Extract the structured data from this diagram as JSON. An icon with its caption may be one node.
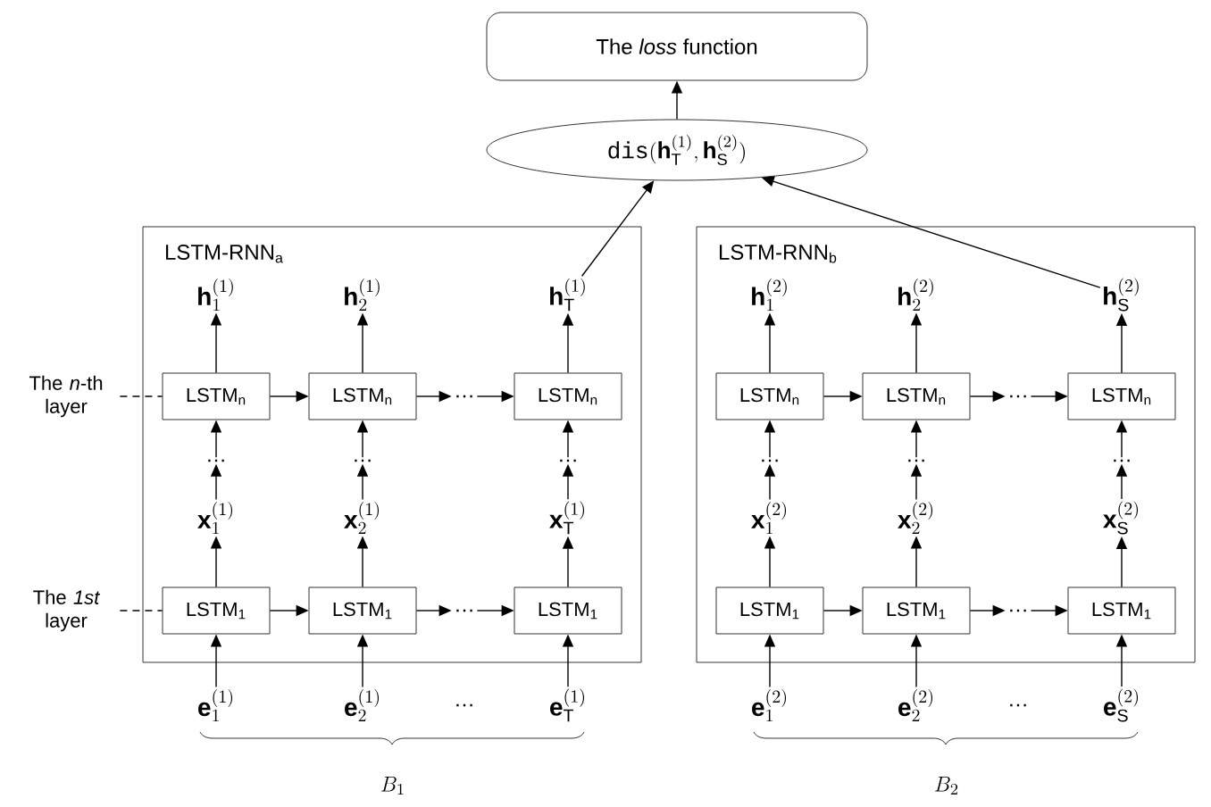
{
  "diagram": {
    "nodes": [
      {
        "text": [
          "The *loss* function"
        ]
      },
      {
        "text": [
          "\\texttt{dis}(\\mathbf{h}_{\\mathrm{T}}^{(1)},\\mathbf{h}_{\\mathrm{S}}^{(2)})"
        ]
      },
      {
        "text": [
          "The *n*-th layer"
        ]
      },
      {
        "text": [
          "The *1st* layer"
        ]
      },
      {
        "text": [
          "LSTM-RNN$_{a}$"
        ]
      },
      {
        "text": [
          "\\mathbf{h}_{1}^{(1)}"
        ],
        "in": 4
      },
      {
        "text": [
          "\\mathbf{h}_{2}^{(1)}"
        ],
        "in": 4
      },
      {
        "text": [
          "\\mathbf{h}_{\\mathrm{T}}^{(1)}"
        ],
        "in": 4
      },
      {
        "text": [
          "LSTM$_{n}$"
        ],
        "in": 4
      },
      {
        "text": [
          "LSTM$_{n}$"
        ],
        "in": 4
      },
      {
        "text": [
          "…"
        ],
        "in": 4
      },
      {
        "text": [
          "LSTM$_{n}$"
        ],
        "in": 4
      },
      {
        "text": [
          "…"
        ],
        "in": 4
      },
      {
        "text": [
          "…"
        ],
        "in": 4
      },
      {
        "text": [
          "…"
        ],
        "in": 4
      },
      {
        "text": [
          "\\mathbf{x}_{1}^{(1)}"
        ],
        "in": 4
      },
      {
        "text": [
          "\\mathbf{x}_{2}^{(1)}"
        ],
        "in": 4
      },
      {
        "text": [
          "\\mathbf{x}_{\\mathrm{T}}^{(1)}"
        ],
        "in": 4
      },
      {
        "text": [
          "LSTM$_{1}$"
        ],
        "in": 4
      },
      {
        "text": [
          "LSTM$_{1}$"
        ],
        "in": 4
      },
      {
        "text": [
          "…"
        ],
        "in": 4
      },
      {
        "text": [
          "LSTM$_{1}$"
        ],
        "in": 4
      },
      {
        "text": [
          "LSTM-RNN$_{b}$"
        ]
      },
      {
        "text": [
          "\\mathbf{h}_{1}^{(2)}"
        ],
        "in": 22
      },
      {
        "text": [
          "\\mathbf{h}_{2}^{(2)}"
        ],
        "in": 22
      },
      {
        "text": [
          "\\mathbf{h}_{\\mathrm{S}}^{(2)}"
        ],
        "in": 22
      },
      {
        "text": [
          "LSTM$_{n}$"
        ],
        "in": 22
      },
      {
        "text": [
          "LSTM$_{n}$"
        ],
        "in": 22
      },
      {
        "text": [
          "…"
        ],
        "in": 22
      },
      {
        "text": [
          "LSTM$_{n}$"
        ],
        "in": 22
      },
      {
        "text": [
          "…"
        ],
        "in": 22
      },
      {
        "text": [
          "…"
        ],
        "in": 22
      },
      {
        "text": [
          "…"
        ],
        "in": 22
      },
      {
        "text": [
          "\\mathbf{x}_{1}^{(2)}"
        ],
        "in": 22
      },
      {
        "text": [
          "\\mathbf{x}_{2}^{(2)}"
        ],
        "in": 22
      },
      {
        "text": [
          "\\mathbf{x}_{\\mathrm{S}}^{(2)}"
        ],
        "in": 22
      },
      {
        "text": [
          "LSTM$_{1}$"
        ],
        "in": 22
      },
      {
        "text": [
          "LSTM$_{1}$"
        ],
        "in": 22
      },
      {
        "text": [
          "…"
        ],
        "in": 22
      },
      {
        "text": [
          "LSTM$_{1}$"
        ],
        "in": 22
      },
      {
        "text": [
          "\\mathbf{e}_{1}^{(1)}"
        ]
      },
      {
        "text": [
          "\\mathbf{e}_{2}^{(1)}"
        ]
      },
      {
        "text": [
          "\\mathbf{e}_{\\mathrm{T}}^{(1)}"
        ]
      },
      {
        "text": [
          "\\mathbf{e}_{1}^{(2)}"
        ]
      },
      {
        "text": [
          "\\mathbf{e}_{2}^{(2)}"
        ]
      },
      {
        "text": [
          "\\mathbf{e}_{\\mathrm{S}}^{(2)}"
        ]
      }
    ],
    "edges": [
      {
        "from": 1,
        "to": 0,
        "arrow": "to"
      },
      {
        "from": 7,
        "to": 1,
        "arrow": "to"
      },
      {
        "from": 25,
        "to": 1,
        "arrow": "to"
      },
      {
        "from": 2,
        "to": 8,
        "arrow": "none",
        "style": "dashed"
      },
      {
        "from": 3,
        "to": 18,
        "arrow": "none",
        "style": "dashed"
      },
      {
        "from": 8,
        "to": 5,
        "arrow": "to"
      },
      {
        "from": 9,
        "to": 6,
        "arrow": "to"
      },
      {
        "from": 11,
        "to": 7,
        "arrow": "to"
      },
      {
        "from": 8,
        "to": 9,
        "arrow": "to"
      },
      {
        "from": 9,
        "to": 10,
        "arrow": "to"
      },
      {
        "from": 10,
        "to": 11,
        "arrow": "to"
      },
      {
        "from": 12,
        "to": 8,
        "arrow": "to"
      },
      {
        "from": 13,
        "to": 9,
        "arrow": "to"
      },
      {
        "from": 14,
        "to": 11,
        "arrow": "to"
      },
      {
        "from": 15,
        "to": 12,
        "arrow": "to"
      },
      {
        "from": 16,
        "to": 13,
        "arrow": "to"
      },
      {
        "from": 17,
        "to": 14,
        "arrow": "to"
      },
      {
        "from": 18,
        "to": 15,
        "arrow": "to"
      },
      {
        "from": 19,
        "to": 16,
        "arrow": "to"
      },
      {
        "from": 21,
        "to": 17,
        "arrow": "to"
      },
      {
        "from": 18,
        "to": 19,
        "arrow": "to"
      },
      {
        "from": 19,
        "to": 20,
        "arrow": "to"
      },
      {
        "from": 20,
        "to": 21,
        "arrow": "to"
      },
      {
        "from": 40,
        "to": 18,
        "arrow": "to"
      },
      {
        "from": 41,
        "to": 19,
        "arrow": "to"
      },
      {
        "from": 42,
        "to": 21,
        "arrow": "to"
      },
      {
        "from": 26,
        "to": 23,
        "arrow": "to"
      },
      {
        "from": 27,
        "to": 24,
        "arrow": "to"
      },
      {
        "from": 29,
        "to": 25,
        "arrow": "to"
      },
      {
        "from": 26,
        "to": 27,
        "arrow": "to"
      },
      {
        "from": 27,
        "to": 28,
        "arrow": "to"
      },
      {
        "from": 28,
        "to": 29,
        "arrow": "to"
      },
      {
        "from": 30,
        "to": 26,
        "arrow": "to"
      },
      {
        "from": 31,
        "to": 27,
        "arrow": "to"
      },
      {
        "from": 32,
        "to": 29,
        "arrow": "to"
      },
      {
        "from": 33,
        "to": 30,
        "arrow": "to"
      },
      {
        "from": 34,
        "to": 31,
        "arrow": "to"
      },
      {
        "from": 35,
        "to": 32,
        "arrow": "to"
      },
      {
        "from": 36,
        "to": 33,
        "arrow": "to"
      },
      {
        "from": 37,
        "to": 34,
        "arrow": "to"
      },
      {
        "from": 39,
        "to": 35,
        "arrow": "to"
      },
      {
        "from": 36,
        "to": 37,
        "arrow": "to"
      },
      {
        "from": 37,
        "to": 38,
        "arrow": "to"
      },
      {
        "from": 38,
        "to": 39,
        "arrow": "to"
      },
      {
        "from": 43,
        "to": 36,
        "arrow": "to"
      },
      {
        "from": 44,
        "to": 37,
        "arrow": "to"
      },
      {
        "from": 45,
        "to": 39,
        "arrow": "to"
      }
    ],
    "labels": [
      "…",
      "…",
      "B_{1}",
      "B_{2}"
    ]
  }
}
